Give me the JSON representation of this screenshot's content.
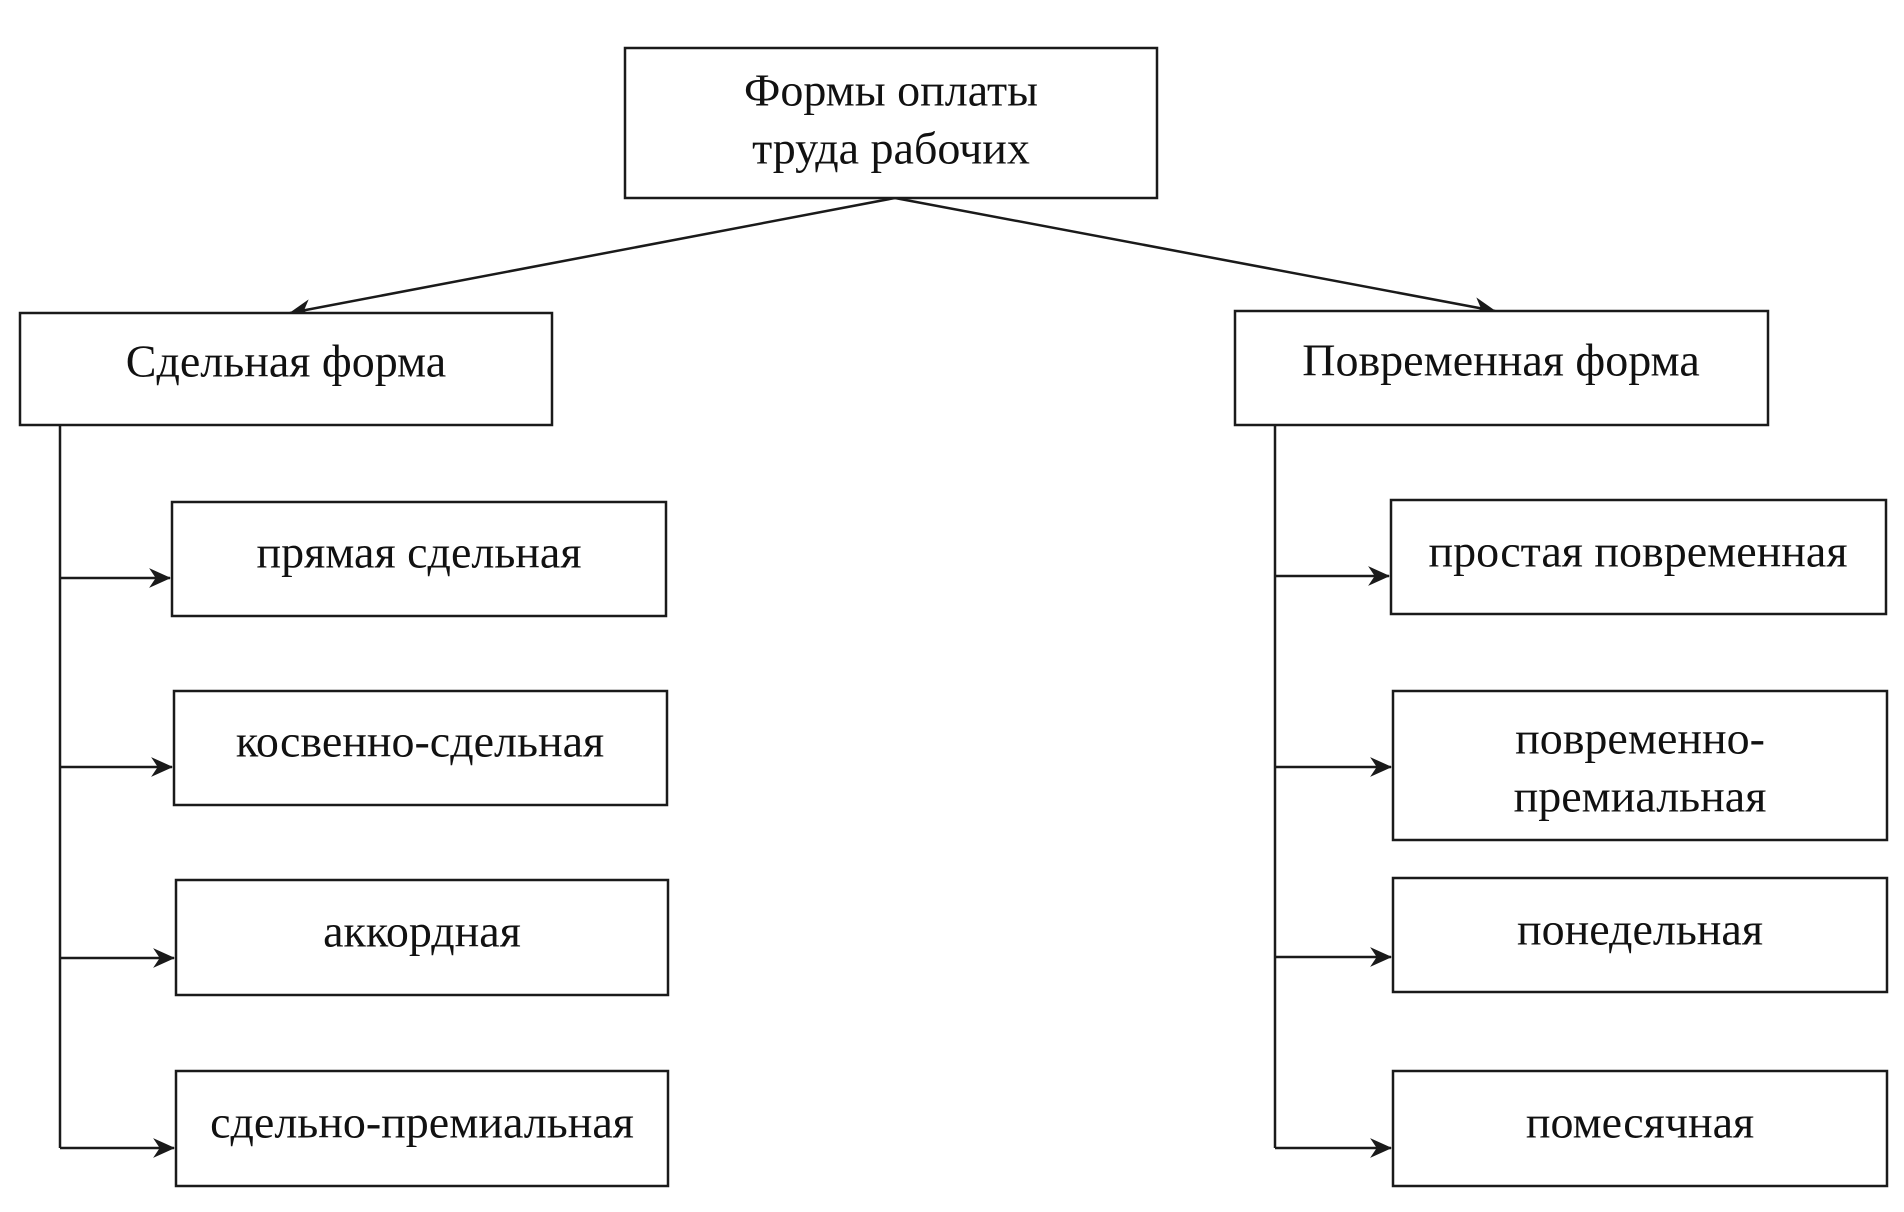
{
  "root": {
    "lines": [
      "Формы оплаты",
      "труда рабочих"
    ]
  },
  "branches": [
    {
      "title": "Сдельная форма",
      "items": [
        [
          "прямая сдельная"
        ],
        [
          "косвенно-сдельная"
        ],
        [
          "аккордная"
        ],
        [
          "сдельно-премиальная"
        ]
      ]
    },
    {
      "title": "Повременная форма",
      "items": [
        [
          "простая повременная"
        ],
        [
          "повременно-",
          "премиальная"
        ],
        [
          "понедельная"
        ],
        [
          "помесячная"
        ]
      ]
    }
  ],
  "colors": {
    "stroke": "#1a1a1a",
    "text": "#111111",
    "background": "#ffffff"
  }
}
